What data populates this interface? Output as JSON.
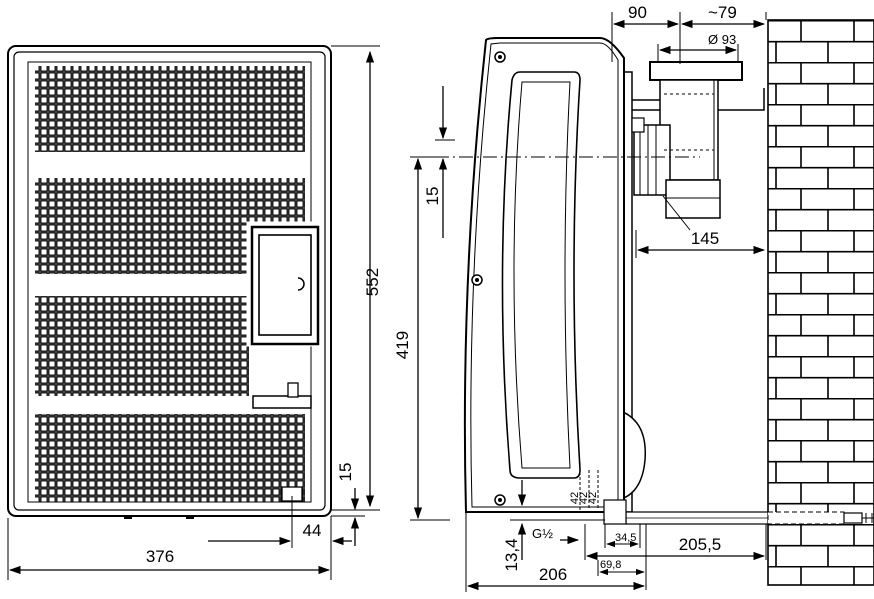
{
  "diagram": {
    "front_view": {
      "height_label": "552",
      "width_label": "376",
      "offset_bottom_label": "15",
      "offset_right_label": "44"
    },
    "side_view": {
      "height_label": "419",
      "top_offset_label": "15",
      "depth_label": "206",
      "gas_label": "G½",
      "gas_height_label": "13,4",
      "pipe_offset_label": "34,5",
      "pipe_depth_label": "69,8",
      "wall_distance_label": "205,5",
      "flue_label": "145",
      "flue_top_label": "90",
      "flue_outer_label": "~79",
      "flue_diameter_label": "Ø 93",
      "small_labels": [
        "42",
        "42",
        "42"
      ]
    }
  }
}
